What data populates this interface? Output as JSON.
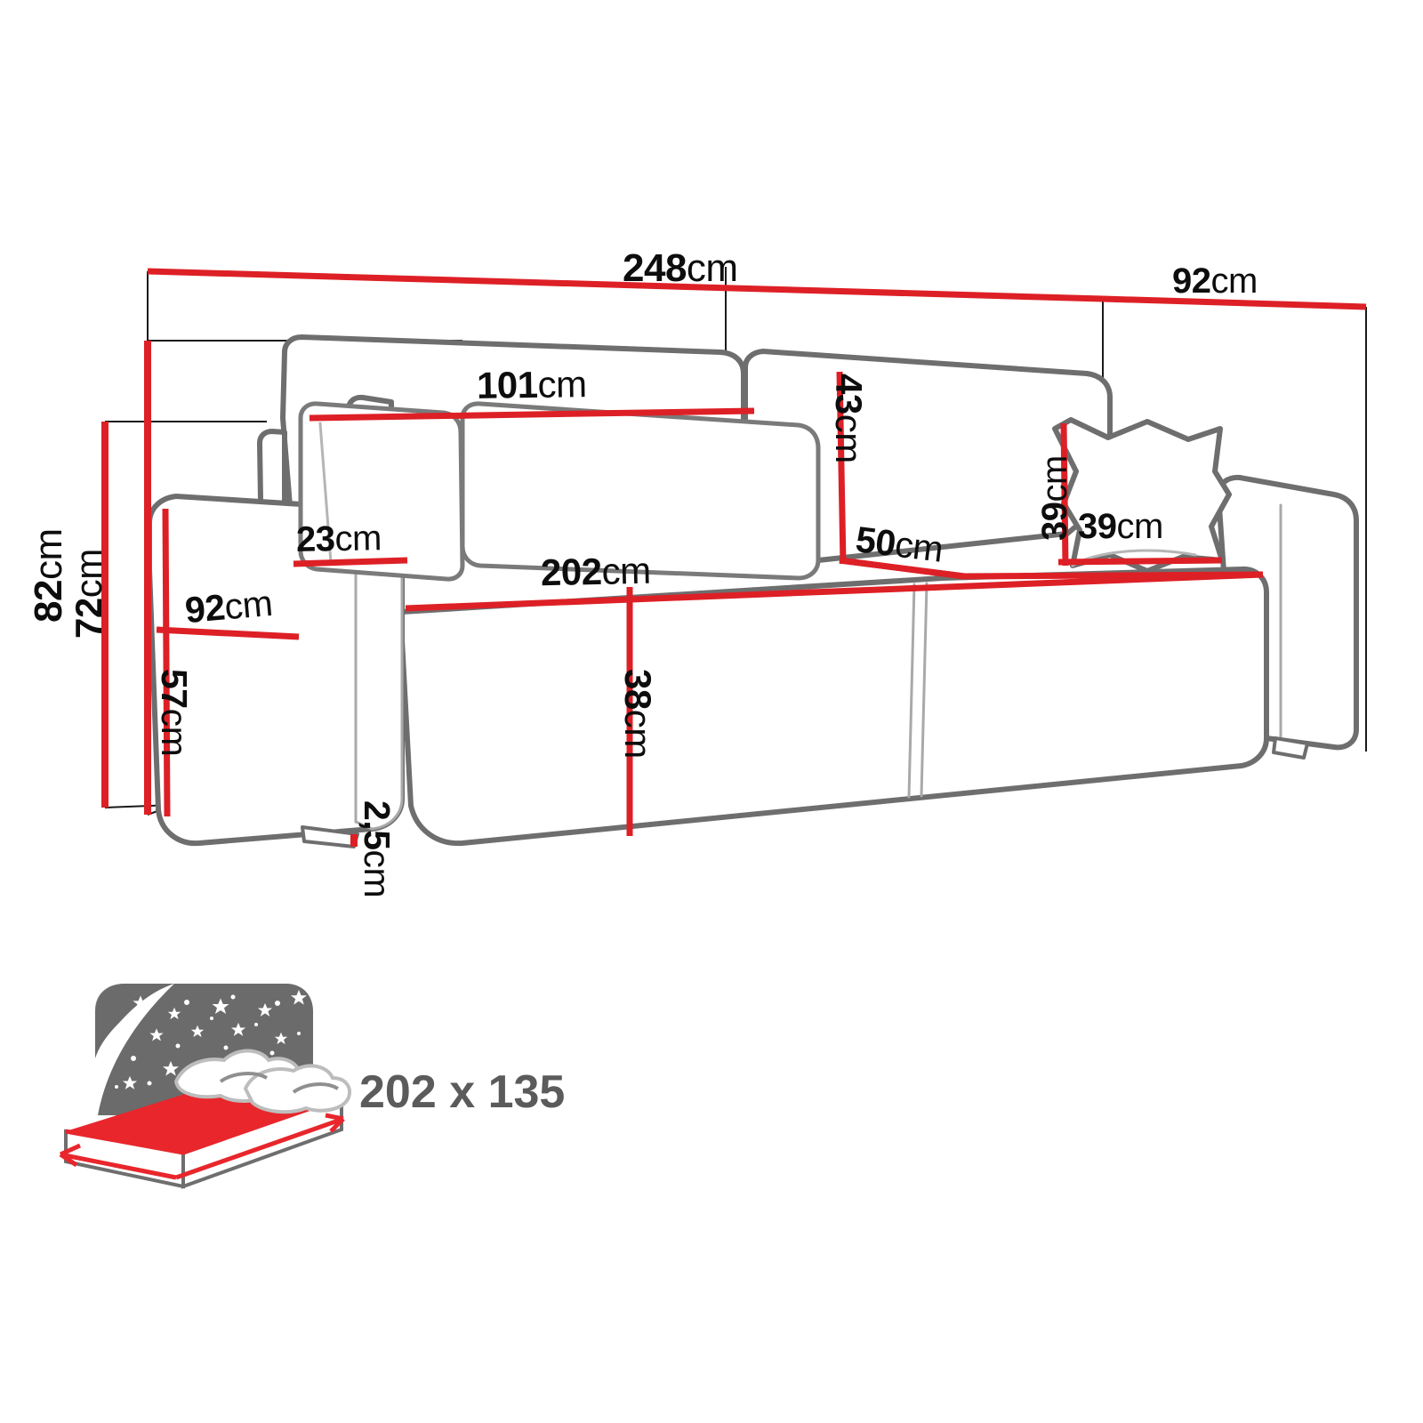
{
  "diagram": {
    "title": "Sofa bed technical dimension drawing",
    "unit_suffix": "cm",
    "colors": {
      "dimension_red": "#dd2026",
      "outline_gray": "#6e6e6e",
      "outline_light": "#a9a9a9",
      "extension_black": "#1a1a1a",
      "label_black": "#0d0d0d",
      "bed_label_gray": "#5b5b5b",
      "night_sky_gray": "#6b6b6b",
      "mattress_red": "#e8262c",
      "background": "#ffffff"
    },
    "measurements": [
      {
        "id": "overall-width",
        "num": "248",
        "unit": "cm",
        "orientation": "horizontal"
      },
      {
        "id": "overall-depth",
        "num": "92",
        "unit": "cm",
        "orientation": "horizontal"
      },
      {
        "id": "overall-height",
        "num": "82",
        "unit": "cm",
        "orientation": "vertical-up"
      },
      {
        "id": "backrest-height",
        "num": "72",
        "unit": "cm",
        "orientation": "vertical-up"
      },
      {
        "id": "backrest-cushion-width",
        "num": "101",
        "unit": "cm",
        "orientation": "horizontal"
      },
      {
        "id": "backrest-cushion-height",
        "num": "43",
        "unit": "cm",
        "orientation": "vertical-down"
      },
      {
        "id": "armrest-width",
        "num": "23",
        "unit": "cm",
        "orientation": "horizontal"
      },
      {
        "id": "armrest-depth",
        "num": "92",
        "unit": "cm",
        "orientation": "horizontal"
      },
      {
        "id": "armrest-height",
        "num": "57",
        "unit": "cm",
        "orientation": "vertical-down"
      },
      {
        "id": "seat-width",
        "num": "202",
        "unit": "cm",
        "orientation": "horizontal"
      },
      {
        "id": "seat-height",
        "num": "38",
        "unit": "cm",
        "orientation": "vertical-down"
      },
      {
        "id": "seat-depth",
        "num": "50",
        "unit": "cm",
        "orientation": "horizontal"
      },
      {
        "id": "leg-height",
        "num": "2,5",
        "unit": "cm",
        "orientation": "vertical-down"
      },
      {
        "id": "throw-pillow-height",
        "num": "39",
        "unit": "cm",
        "orientation": "vertical-up"
      },
      {
        "id": "throw-pillow-width",
        "num": "39",
        "unit": "cm",
        "orientation": "horizontal"
      }
    ],
    "sleeping_area": {
      "icon_name": "bed-with-night-sky-icon",
      "label": "202 x 135"
    }
  }
}
